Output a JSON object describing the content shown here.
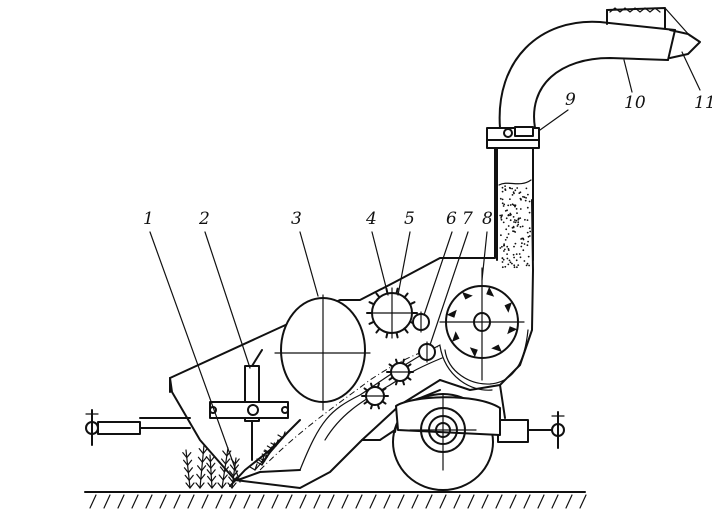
{
  "labels": [
    {
      "id": "label-1",
      "text": "1"
    },
    {
      "id": "label-2",
      "text": "2"
    },
    {
      "id": "label-3",
      "text": "3"
    },
    {
      "id": "label-4",
      "text": "4"
    },
    {
      "id": "label-5",
      "text": "5"
    },
    {
      "id": "label-6",
      "text": "6"
    },
    {
      "id": "label-7",
      "text": "7"
    },
    {
      "id": "label-8",
      "text": "8"
    },
    {
      "id": "label-9",
      "text": "9"
    },
    {
      "id": "label-10",
      "text": "10"
    },
    {
      "id": "label-11",
      "text": "11"
    }
  ]
}
